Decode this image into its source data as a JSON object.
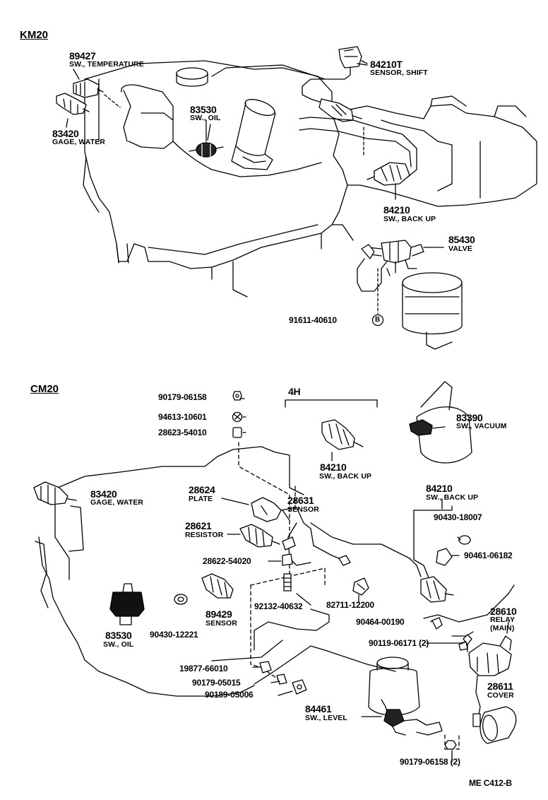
{
  "sections": {
    "top": "KM20",
    "bottom": "CM20"
  },
  "labels": {
    "km_89427": "89427",
    "km_89427_desc": "SW., TEMPERATURE",
    "km_83420": "83420",
    "km_83420_desc": "GAGE, WATER",
    "km_83530": "83530",
    "km_83530_desc": "SW., OIL",
    "km_84210T": "84210T",
    "km_84210T_desc": "SENSOR, SHIFT",
    "km_84210": "84210",
    "km_84210_desc": "SW., BACK UP",
    "km_85430": "85430",
    "km_85430_desc": "VALVE",
    "km_91611": "91611-40610",
    "km_91611_marker": "B",
    "cm_4h": "4H",
    "cm_90179_06158": "90179-06158",
    "cm_94613": "94613-10601",
    "cm_28623": "28623-54010",
    "cm_84210_4h": "84210",
    "cm_84210_4h_desc": "SW., BACK UP",
    "cm_83390": "83390",
    "cm_83390_desc": "SW., VACUUM",
    "cm_83420": "83420",
    "cm_83420_desc": "GAGE, WATER",
    "cm_28624": "28624",
    "cm_28624_desc": "PLATE",
    "cm_28631": "28631",
    "cm_28631_desc": "SENSOR",
    "cm_28621": "28621",
    "cm_28621_desc": "RESISTOR",
    "cm_84210_r": "84210",
    "cm_84210_r_desc": "SW., BACK UP",
    "cm_90430_18007": "90430-18007",
    "cm_90461": "90461-06182",
    "cm_28622": "28622-54020",
    "cm_83530": "83530",
    "cm_83530_desc": "SW., OIL",
    "cm_90430_12221": "90430-12221",
    "cm_89429": "89429",
    "cm_89429_desc": "SENSOR",
    "cm_92132": "92132-40632",
    "cm_82711": "82711-12200",
    "cm_90464": "90464-00190",
    "cm_90119": "90119-06171 (2)",
    "cm_28610": "28610",
    "cm_28610_desc1": "RELAY",
    "cm_28610_desc2": "(MAIN)",
    "cm_19877": "19877-66010",
    "cm_90179_05015": "90179-05015",
    "cm_90189": "90189-05006",
    "cm_84461": "84461",
    "cm_84461_desc": "SW., LEVEL",
    "cm_28611": "28611",
    "cm_28611_desc": "COVER",
    "cm_90179_06158_2": "90179-06158 (2)",
    "footer_code": "ME C412-B"
  },
  "colors": {
    "ink": "#000000",
    "paper": "#ffffff"
  }
}
